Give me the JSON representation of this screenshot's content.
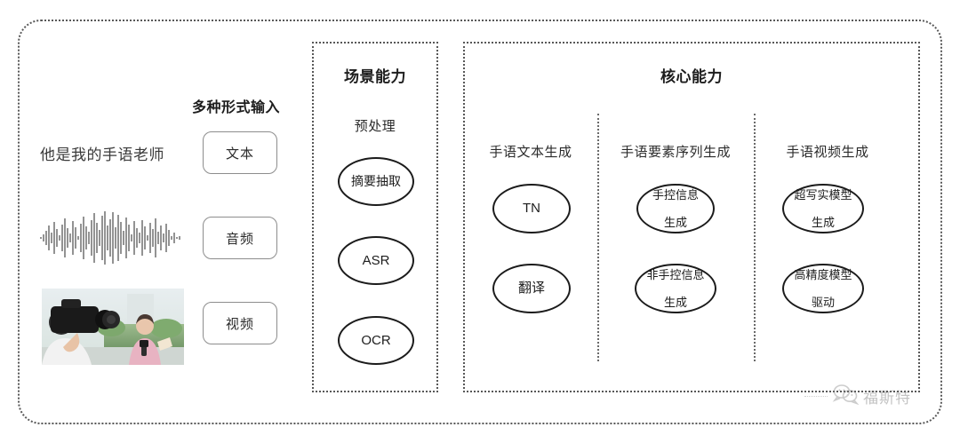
{
  "diagram": {
    "input_section": {
      "heading": "多种形式输入",
      "sample_text": "他是我的手语老师",
      "modalities": [
        {
          "label": "文本",
          "media": "text-sample"
        },
        {
          "label": "音频",
          "media": "audio-waveform"
        },
        {
          "label": "视频",
          "media": "video-thumbnail"
        }
      ]
    },
    "scene_panel": {
      "title": "场景能力",
      "group_label": "预处理",
      "nodes": [
        "摘要抽取",
        "ASR",
        "OCR"
      ]
    },
    "core_panel": {
      "title": "核心能力",
      "columns": [
        {
          "header": "手语文本生成",
          "nodes": [
            {
              "line1": "TN",
              "line2": ""
            },
            {
              "line1": "翻译",
              "line2": ""
            }
          ]
        },
        {
          "header": "手语要素序列生成",
          "nodes": [
            {
              "line1": "手控信息",
              "line2": "生成"
            },
            {
              "line1": "非手控信息",
              "line2": "生成"
            }
          ]
        },
        {
          "header": "手语视频生成",
          "nodes": [
            {
              "line1": "超写实模型",
              "line2": "生成"
            },
            {
              "line1": "高精度模型",
              "line2": "驱动"
            }
          ]
        }
      ]
    },
    "watermark": {
      "text": "福斯特",
      "icon": "wechat-icon"
    },
    "colors": {
      "border": "#585858",
      "node_stroke": "#1b1b1b",
      "chip_stroke": "#8d8d8d",
      "text": "#1d1d1d",
      "background": "#ffffff"
    }
  }
}
